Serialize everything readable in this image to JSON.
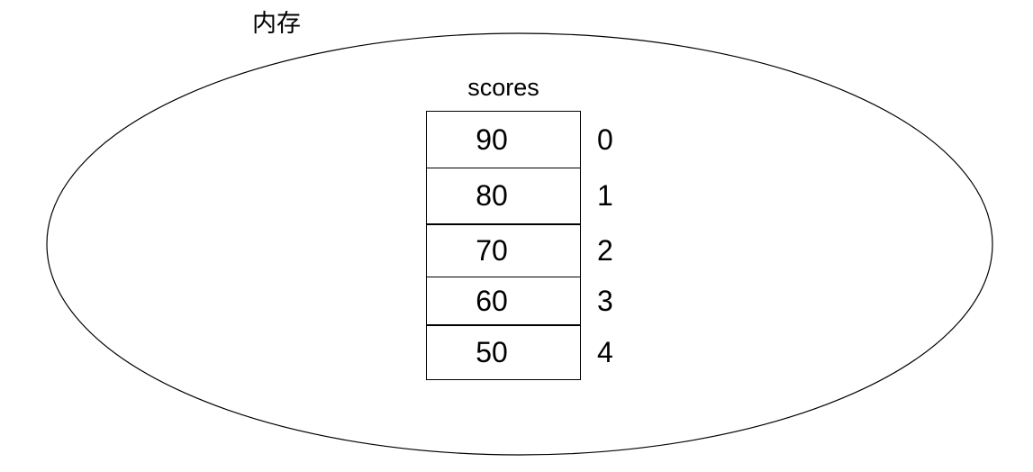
{
  "diagram": {
    "memory_label": "内存",
    "line_color": "#000000",
    "background": "#ffffff"
  },
  "array": {
    "name": "scores",
    "cells": [
      {
        "value": "90",
        "index": "0"
      },
      {
        "value": "80",
        "index": "1"
      },
      {
        "value": "70",
        "index": "2"
      },
      {
        "value": "60",
        "index": "3"
      },
      {
        "value": "50",
        "index": "4"
      }
    ]
  }
}
